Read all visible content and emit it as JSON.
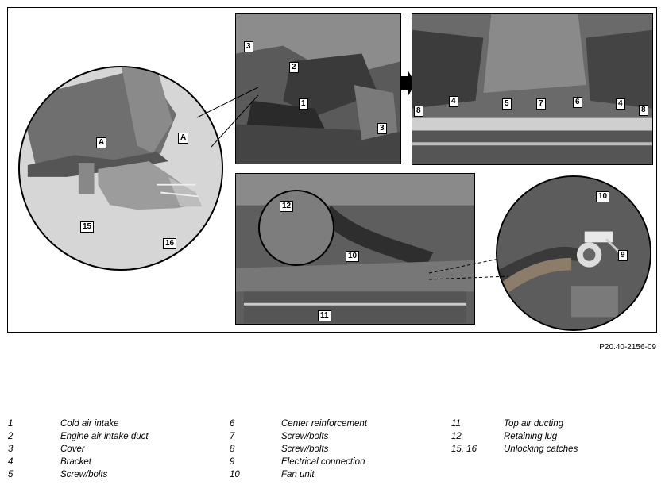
{
  "figure_code": "P20.40-2156-09",
  "callouts": {
    "p1": [
      "3",
      "2",
      "1",
      "3"
    ],
    "p2": [
      "8",
      "4",
      "5",
      "7",
      "6",
      "4",
      "8"
    ],
    "p3": [
      "12",
      "10",
      "11"
    ],
    "p4": [
      "10",
      "9"
    ],
    "zoom_a": [
      "A",
      "A",
      "15",
      "16"
    ]
  },
  "legend": [
    {
      "num": "1",
      "text": "Cold air intake"
    },
    {
      "num": "2",
      "text": "Engine air intake duct"
    },
    {
      "num": "3",
      "text": "Cover"
    },
    {
      "num": "4",
      "text": "Bracket"
    },
    {
      "num": "5",
      "text": "Screw/bolts"
    },
    {
      "num": "6",
      "text": "Center reinforcement"
    },
    {
      "num": "7",
      "text": "Screw/bolts"
    },
    {
      "num": "8",
      "text": "Screw/bolts"
    },
    {
      "num": "9",
      "text": "Electrical connection"
    },
    {
      "num": "10",
      "text": "Fan unit"
    },
    {
      "num": "11",
      "text": "Top air ducting"
    },
    {
      "num": "12",
      "text": "Retaining lug"
    },
    {
      "num": "15, 16",
      "text": "Unlocking catches"
    }
  ]
}
